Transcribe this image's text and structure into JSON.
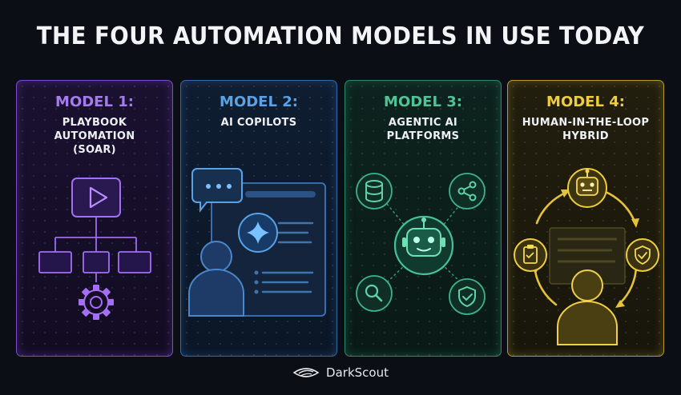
{
  "title": "THE FOUR AUTOMATION MODELS IN USE TODAY",
  "cards": [
    {
      "label": "MODEL 1:",
      "name": "PLAYBOOK\nAUTOMATION\n(SOAR)",
      "accent": "#a77bf0"
    },
    {
      "label": "MODEL 2:",
      "name": "AI COPILOTS",
      "accent": "#5aa2e6"
    },
    {
      "label": "MODEL 3:",
      "name": "AGENTIC AI\nPLATFORMS",
      "accent": "#4fc496"
    },
    {
      "label": "MODEL 4:",
      "name": "HUMAN-IN-THE-LOOP\nHYBRID",
      "accent": "#efcd3c"
    }
  ],
  "brand": {
    "name": "DarkScout"
  }
}
